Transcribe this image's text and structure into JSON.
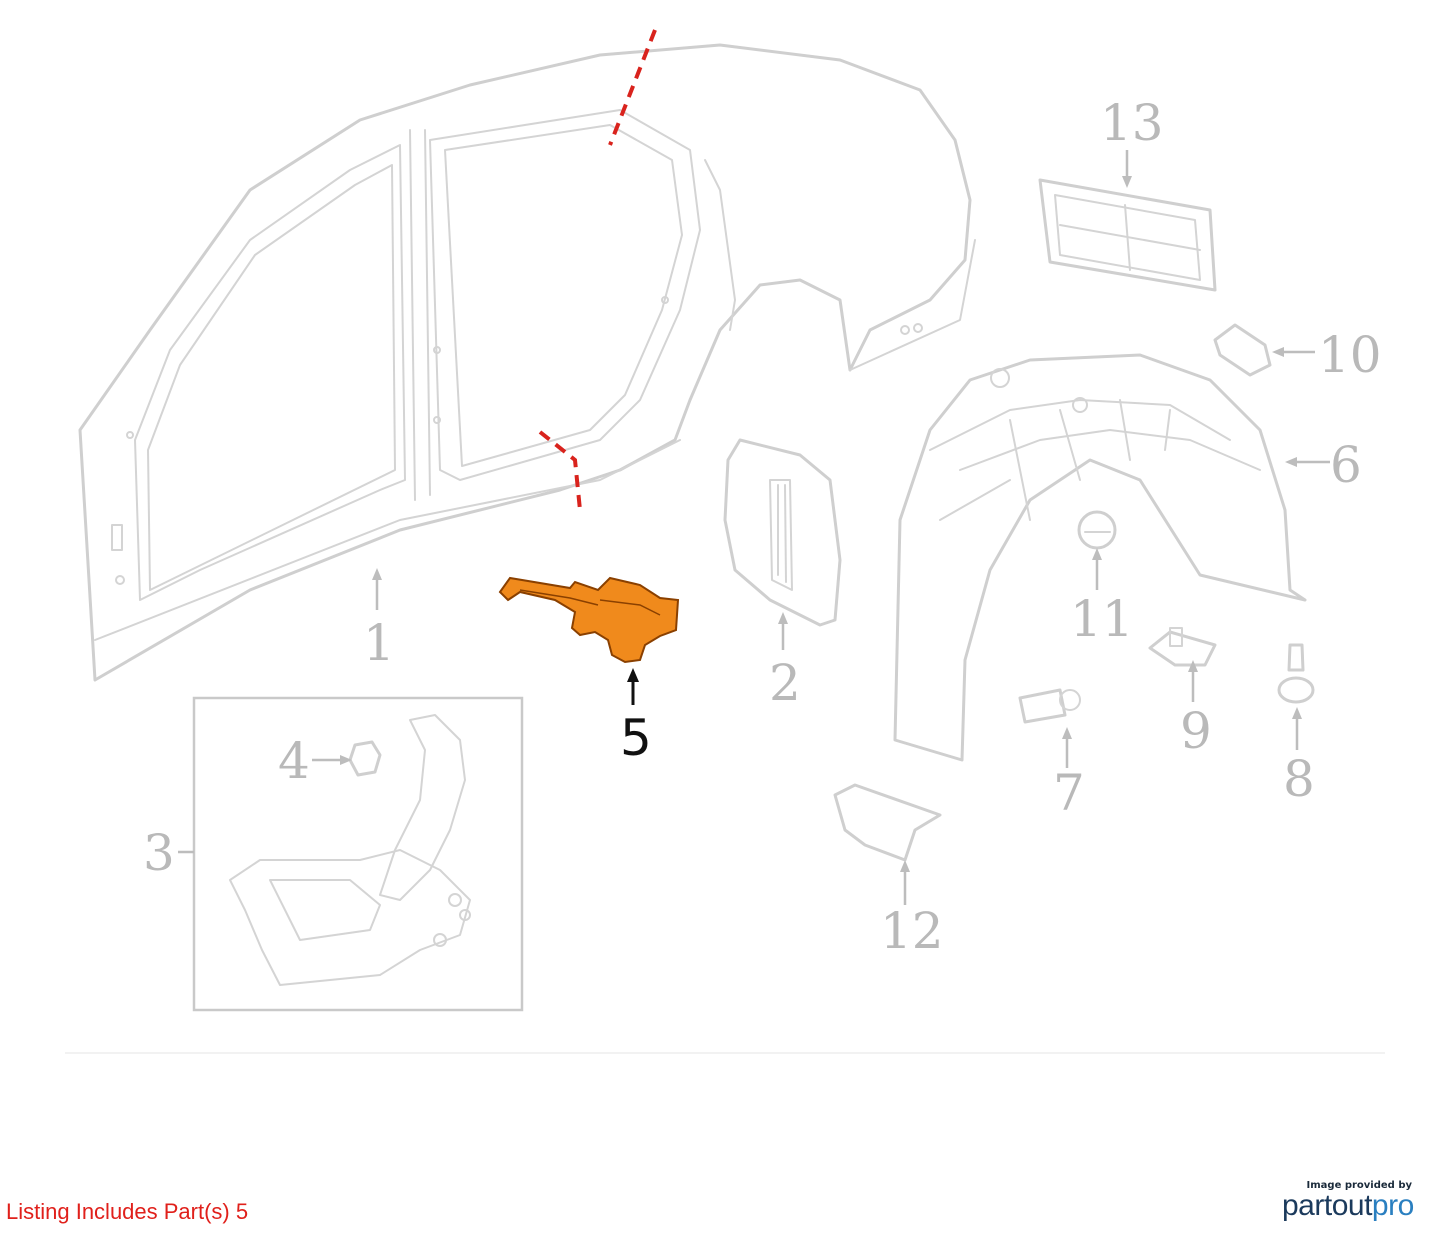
{
  "callouts": {
    "c1": "1",
    "c2": "2",
    "c3": "3",
    "c4": "4",
    "c5": "5",
    "c6": "6",
    "c7": "7",
    "c8": "8",
    "c9": "9",
    "c10": "10",
    "c11": "11",
    "c12": "12",
    "c13": "13"
  },
  "highlighted_part": "5",
  "highlight_color": "#f08a1c",
  "footer": {
    "listing_note": "Listing Includes Part(s) 5",
    "credit_small": "Image provided by",
    "brand_part1": "partout",
    "brand_part2": "pro"
  }
}
